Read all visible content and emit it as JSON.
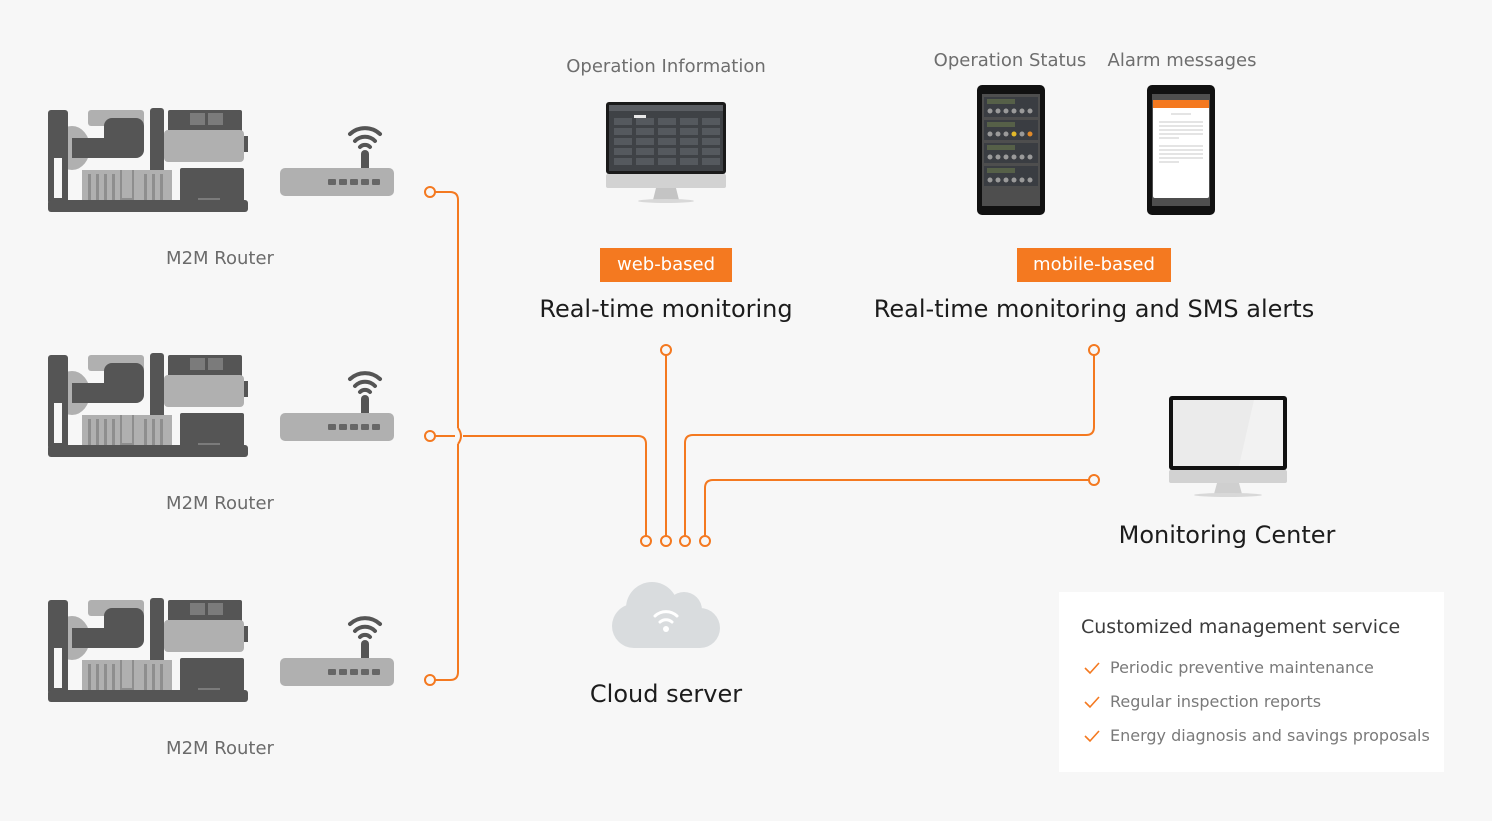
{
  "colors": {
    "accent": "#f47920",
    "background": "#f7f7f7",
    "icon_dark": "#555555",
    "icon_light": "#b0b0b0",
    "cloud": "#d9dcde"
  },
  "sites": [
    {
      "label": "M2M Router",
      "equipment_icon": "generator-icon",
      "router_icon": "wifi-router-icon"
    },
    {
      "label": "M2M Router",
      "equipment_icon": "generator-icon",
      "router_icon": "wifi-router-icon"
    },
    {
      "label": "M2M Router",
      "equipment_icon": "generator-icon",
      "router_icon": "wifi-router-icon"
    }
  ],
  "web": {
    "caption": "Operation Information",
    "device_icon": "desktop-monitor-icon",
    "badge": "web-based",
    "heading": "Real-time monitoring"
  },
  "mobile": {
    "captions": [
      "Operation Status",
      "Alarm messages"
    ],
    "device_icons": [
      "smartphone-status-icon",
      "smartphone-alarm-icon"
    ],
    "badge": "mobile-based",
    "heading": "Real-time monitoring and SMS alerts"
  },
  "monitoring_center": {
    "label": "Monitoring Center",
    "device_icon": "desktop-monitor-icon"
  },
  "cloud": {
    "label": "Cloud server",
    "icon": "cloud-wifi-icon"
  },
  "service": {
    "title": "Customized management service",
    "items": [
      "Periodic preventive maintenance",
      "Regular inspection reports",
      "Energy diagnosis and savings proposals"
    ],
    "item_icon": "check-icon"
  }
}
